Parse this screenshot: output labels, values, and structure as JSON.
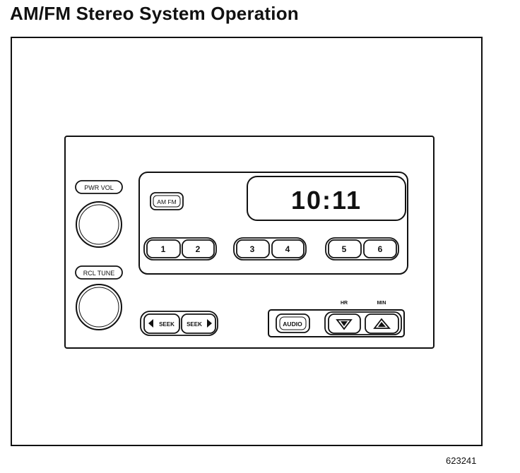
{
  "page": {
    "title": "AM/FM Stereo System Operation",
    "figure_number": "623241"
  },
  "radio": {
    "clock_display": "10:11",
    "knobs": {
      "power_volume_label": "PWR VOL",
      "recall_tune_label": "RCL TUNE"
    },
    "band_button_label": "AM FM",
    "presets": [
      "1",
      "2",
      "3",
      "4",
      "5",
      "6"
    ],
    "seek": {
      "down_label": "SEEK",
      "up_label": "SEEK"
    },
    "audio": {
      "audio_label": "AUDIO",
      "down_caption": "HR",
      "up_caption": "MIN"
    }
  }
}
